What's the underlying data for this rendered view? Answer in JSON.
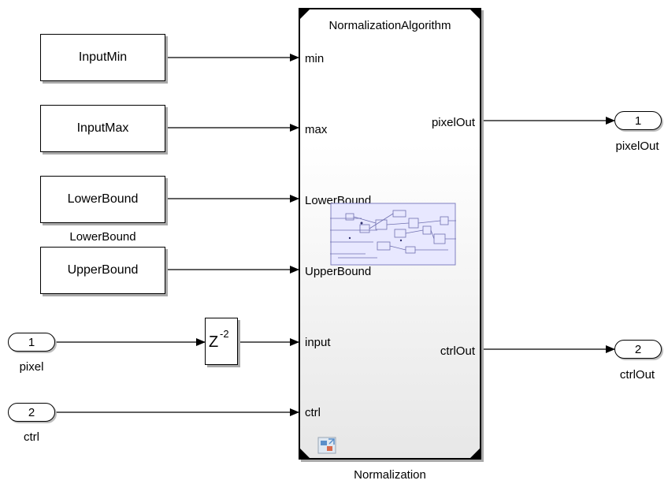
{
  "blocks": {
    "input_min": "InputMin",
    "input_max": "InputMax",
    "lower_bound": "LowerBound",
    "lower_bound_caption": "LowerBound",
    "upper_bound": "UpperBound"
  },
  "inports": [
    {
      "number": "1",
      "name": "pixel"
    },
    {
      "number": "2",
      "name": "ctrl"
    }
  ],
  "delay": {
    "base": "Z",
    "exponent": "-2"
  },
  "subsystem": {
    "title": "NormalizationAlgorithm",
    "caption": "Normalization",
    "inputs": [
      "min",
      "max",
      "LowerBound",
      "UpperBound",
      "input",
      "ctrl"
    ],
    "outputs": [
      "pixelOut",
      "ctrlOut"
    ],
    "preview_icon": "model-preview-thumbnail",
    "open_icon": "open-subsystem-icon"
  },
  "outports": [
    {
      "number": "1",
      "name": "pixelOut"
    },
    {
      "number": "2",
      "name": "ctrlOut"
    }
  ],
  "colors": {
    "wire": "#000000",
    "shadow": "#a9a9a9",
    "preview_fill": "#e8e8ff",
    "preview_border": "#8080c0"
  }
}
